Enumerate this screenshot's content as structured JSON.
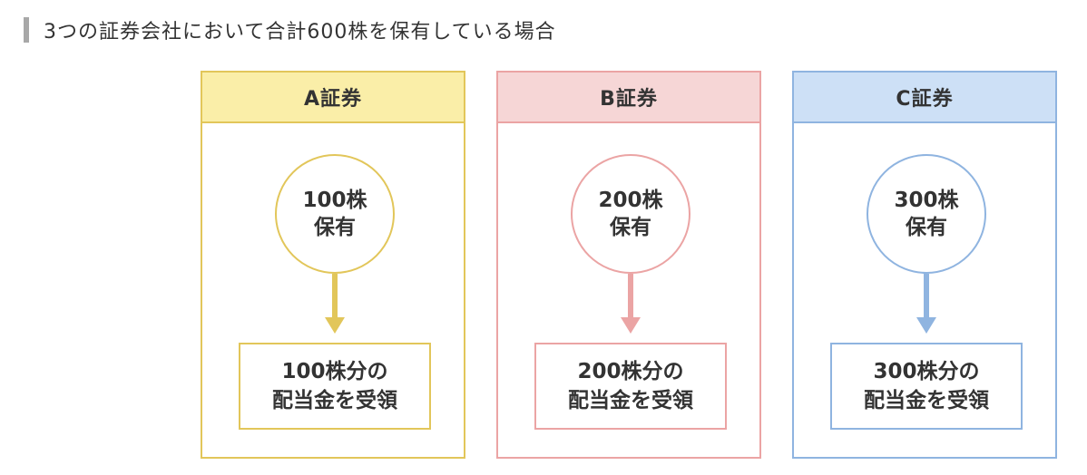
{
  "heading": {
    "text": "3つの証券会社において合計600株を保有している場合"
  },
  "cards": [
    {
      "title": "A証券",
      "circle_line1": "100株",
      "circle_line2": "保有",
      "result_line1": "100株分の",
      "result_line2": "配当金を受領",
      "color": "#e2c65a",
      "header_bg": "#faeea8"
    },
    {
      "title": "B証券",
      "circle_line1": "200株",
      "circle_line2": "保有",
      "result_line1": "200株分の",
      "result_line2": "配当金を受領",
      "color": "#eba4a4",
      "header_bg": "#f6d6d6"
    },
    {
      "title": "C証券",
      "circle_line1": "300株",
      "circle_line2": "保有",
      "result_line1": "300株分の",
      "result_line2": "配当金を受領",
      "color": "#8fb4e0",
      "header_bg": "#cde0f6"
    }
  ]
}
